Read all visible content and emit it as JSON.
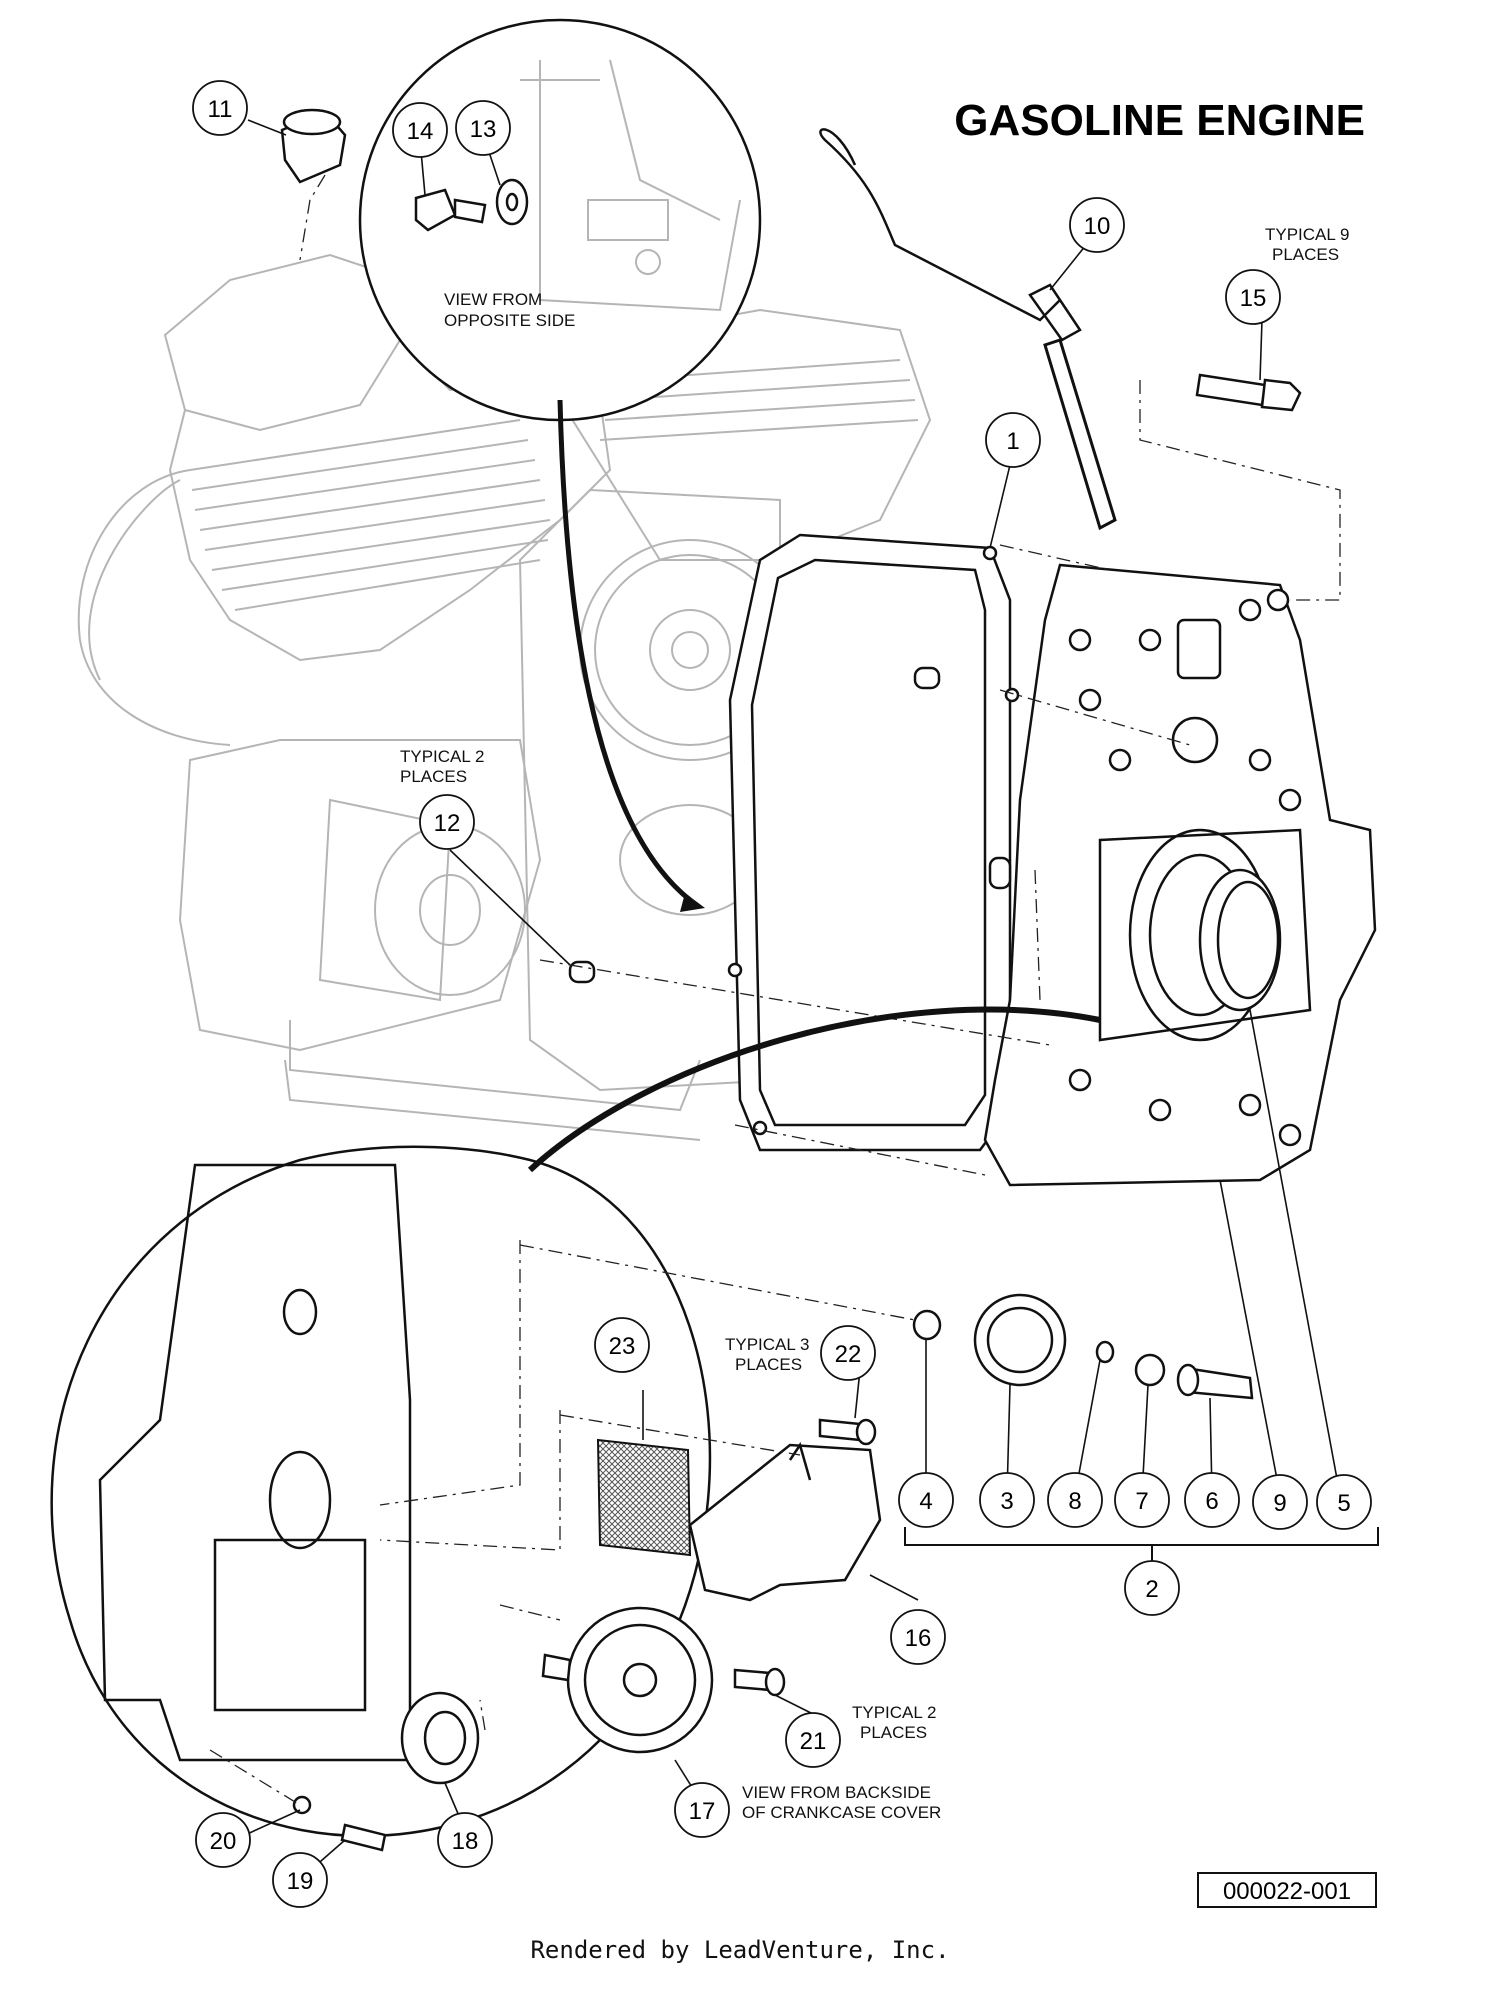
{
  "title": "GASOLINE ENGINE",
  "notes": {
    "view_opposite_line1": "VIEW FROM",
    "view_opposite_line2": "OPPOSITE SIDE",
    "typical9_line1": "TYPICAL 9",
    "typical9_line2": "PLACES",
    "typical2a_line1": "TYPICAL 2",
    "typical2a_line2": "PLACES",
    "typical3_line1": "TYPICAL 3",
    "typical3_line2": "PLACES",
    "typical2b_line1": "TYPICAL 2",
    "typical2b_line2": "PLACES",
    "backside_line1": "VIEW FROM BACKSIDE",
    "backside_line2": "OF CRANKCASE COVER"
  },
  "callouts": [
    "1",
    "2",
    "3",
    "4",
    "5",
    "6",
    "7",
    "8",
    "9",
    "10",
    "11",
    "12",
    "13",
    "14",
    "15",
    "16",
    "17",
    "18",
    "19",
    "20",
    "21",
    "22",
    "23"
  ],
  "doc_number": "000022-001",
  "footer": "Rendered by LeadVenture, Inc.",
  "colors": {
    "line": "#111111",
    "ghost": "#b5b5b5",
    "background": "#ffffff"
  }
}
